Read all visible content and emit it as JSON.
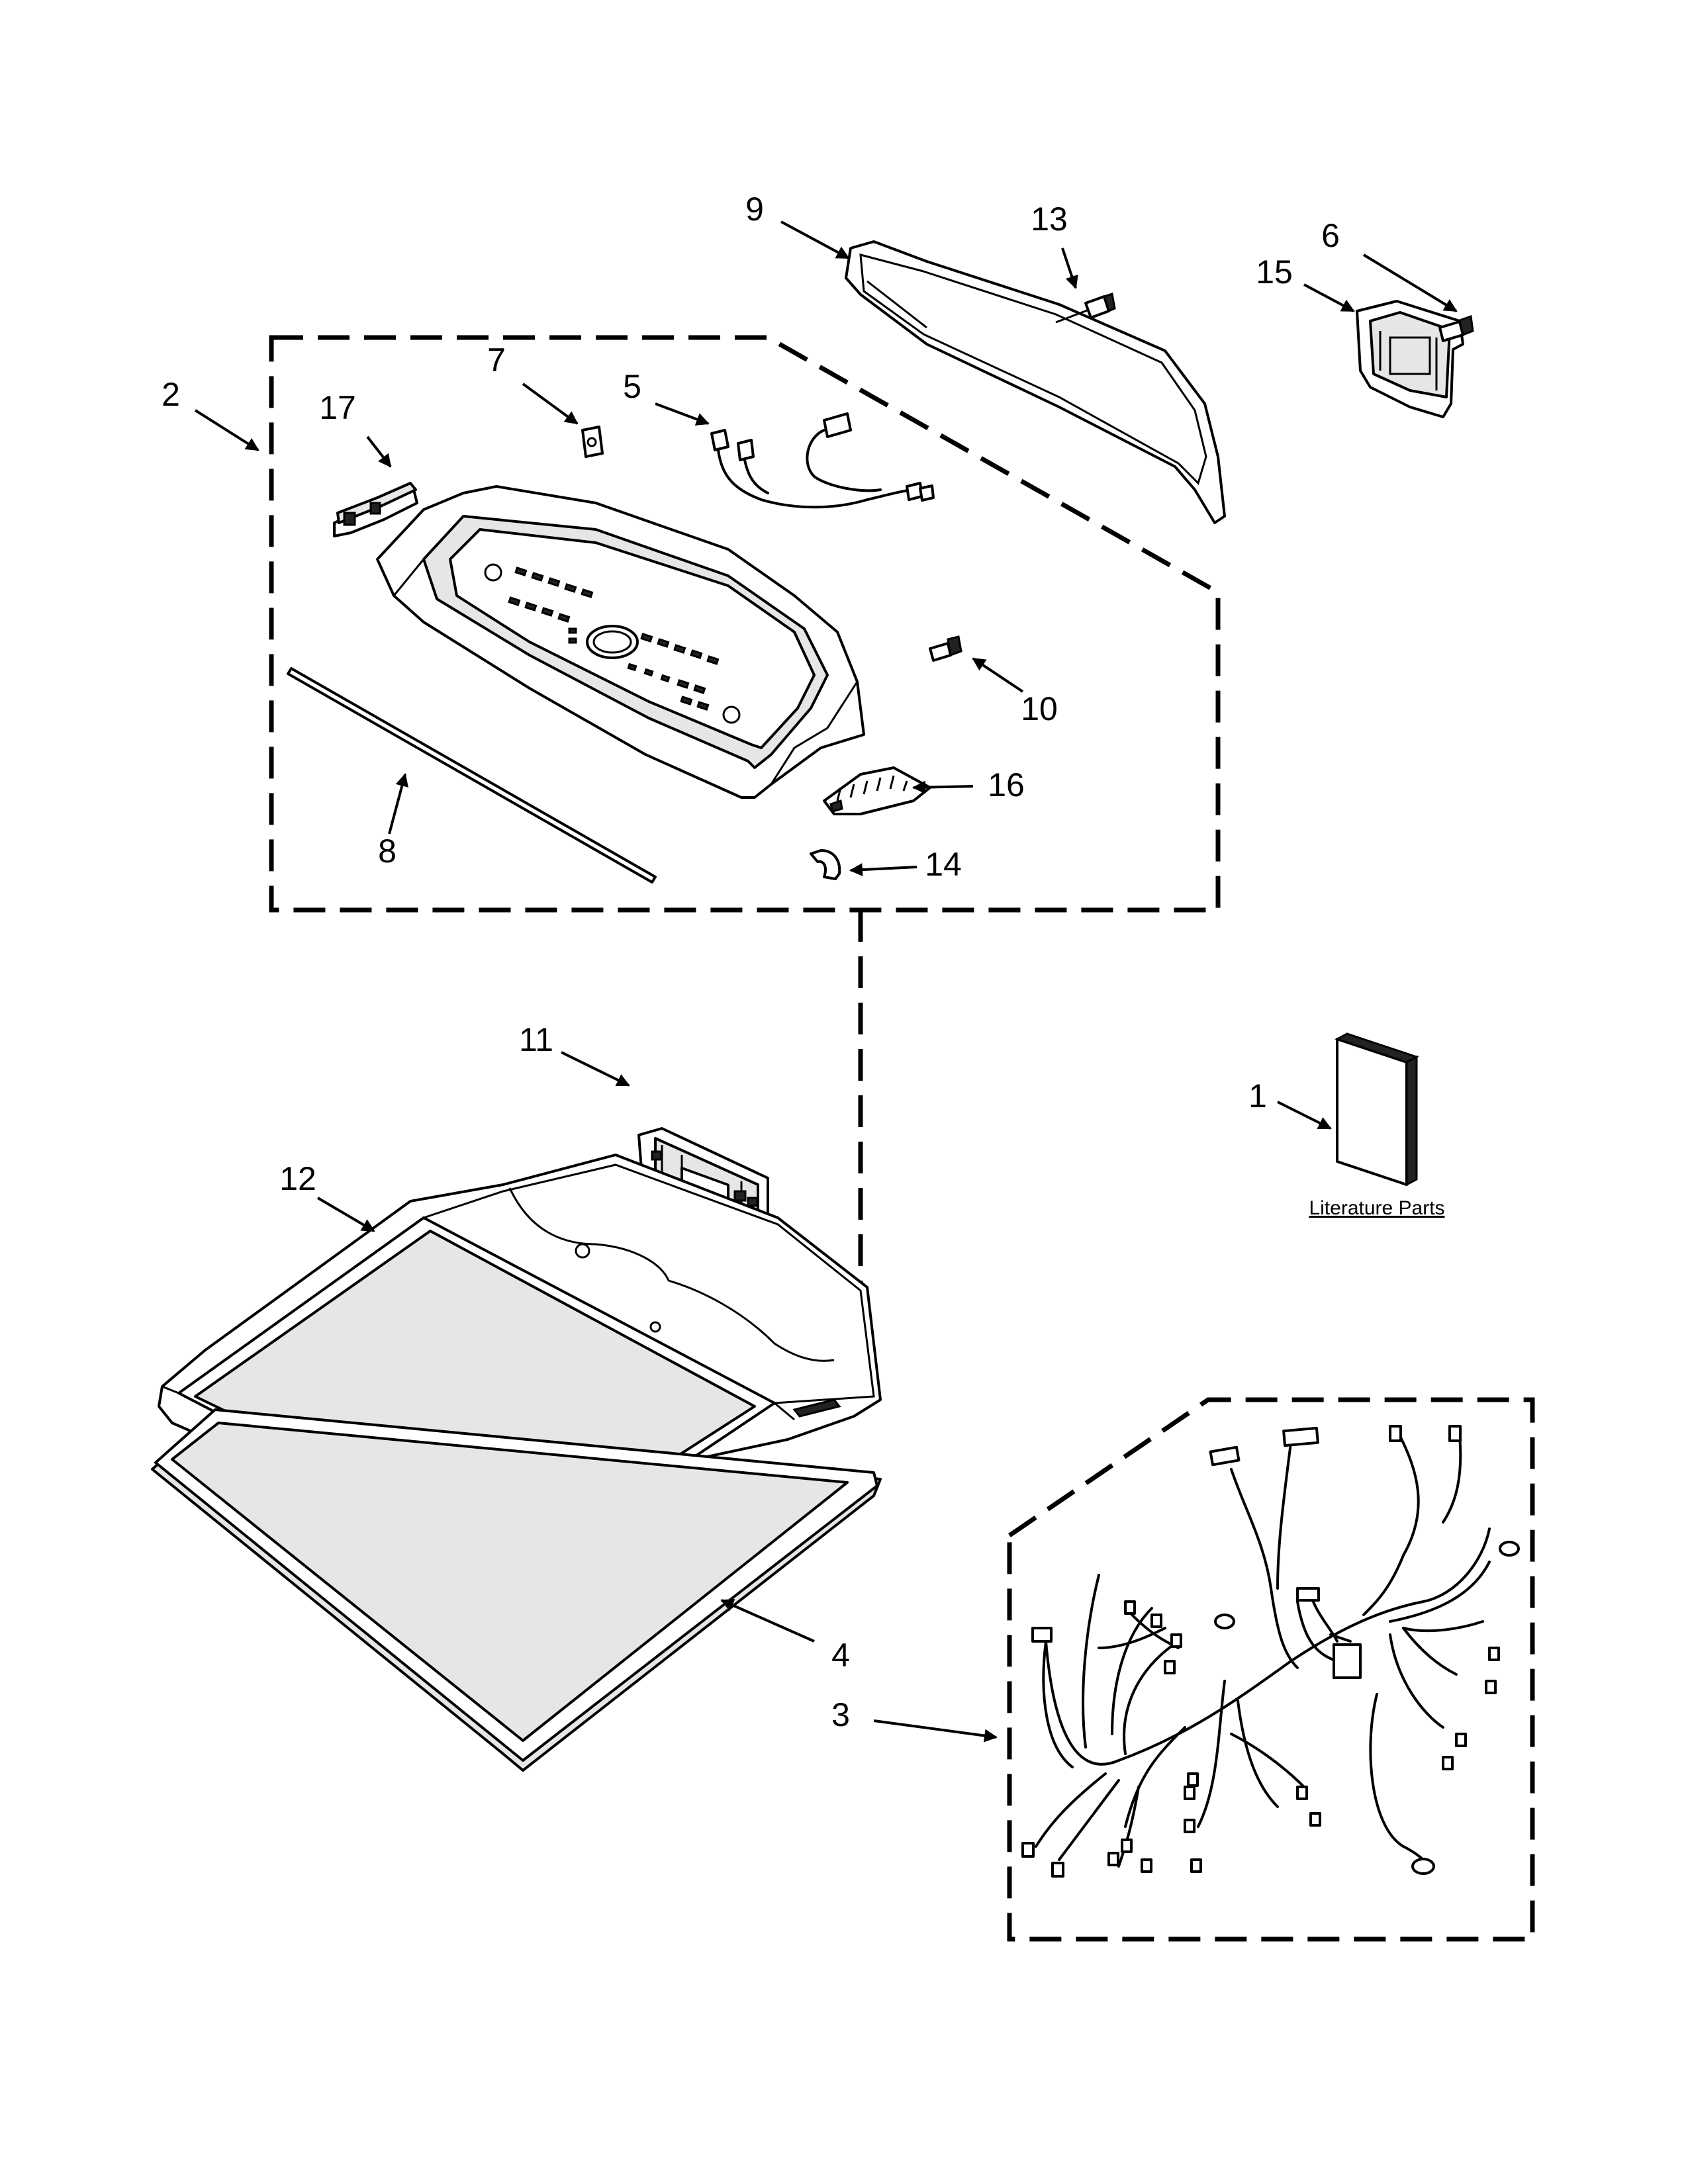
{
  "callouts": {
    "c1": "1",
    "c2": "2",
    "c3": "3",
    "c4": "4",
    "c5": "5",
    "c6": "6",
    "c7": "7",
    "c8": "8",
    "c9": "9",
    "c10": "10",
    "c11": "11",
    "c12": "12",
    "c13": "13",
    "c14": "14",
    "c15": "15",
    "c16": "16",
    "c17": "17"
  },
  "literature_label": "Literature Parts",
  "icons": {
    "literature": "booklet",
    "console_backsplash": "control-panel",
    "top_panel": "dryer-top",
    "wire_harness": "wiring-harness"
  }
}
